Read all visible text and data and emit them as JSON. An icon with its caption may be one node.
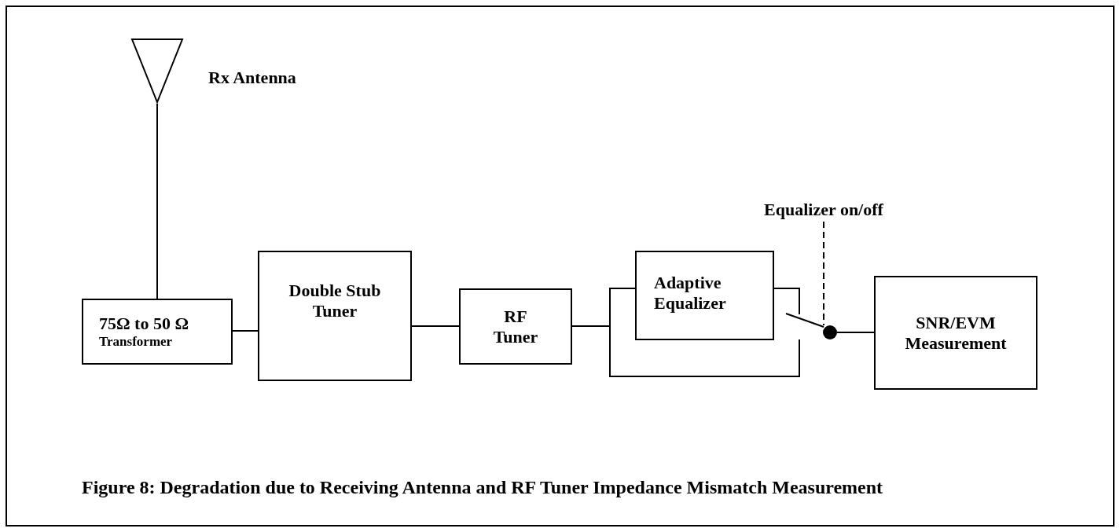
{
  "diagram": {
    "caption": "Figure 8: Degradation due to Receiving Antenna and RF Tuner Impedance Mismatch Measurement",
    "nodes": [
      {
        "text": [],
        "shape": "triangle",
        "beside": [
          "Rx Antenna"
        ]
      },
      {
        "text": [
          "75Ω to 50 Ω",
          "Transformer"
        ]
      },
      {
        "text": [
          "Double Stub Tuner"
        ]
      },
      {
        "text": [
          "RF Tuner"
        ]
      },
      {
        "text": [
          "Adaptive Equalizer"
        ]
      },
      {
        "text": [],
        "shape": "circle"
      },
      {
        "text": [
          "SNR/EVM Measurement"
        ]
      },
      {
        "text": [
          "Equalizer on/off"
        ]
      }
    ],
    "edges": [
      {
        "from": 0,
        "to": 1,
        "arrow": "none"
      },
      {
        "from": 1,
        "to": 2,
        "arrow": "none"
      },
      {
        "from": 2,
        "to": 3,
        "arrow": "none"
      },
      {
        "from": 3,
        "to": 4,
        "arrow": "none"
      },
      {
        "from": 3,
        "to": 5,
        "arrow": "none"
      },
      {
        "from": 4,
        "to": 5,
        "arrow": "none"
      },
      {
        "from": 5,
        "to": 6,
        "arrow": "none"
      },
      {
        "from": 7,
        "to": 5,
        "arrow": "none",
        "style": "dashed"
      }
    ]
  }
}
